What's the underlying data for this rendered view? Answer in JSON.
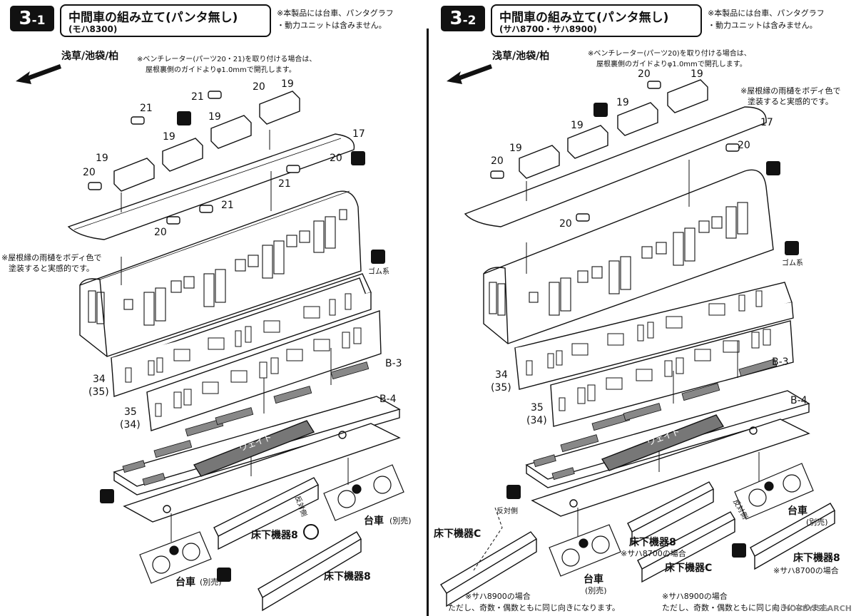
{
  "left": {
    "step_main": "3",
    "step_sub": "-1",
    "title": "中間車の組み立て(パンタ無し)",
    "subtitle": "(モハ8300)",
    "note_top": [
      "※本製品には台車、パンタグラフ",
      "・動力ユニットは含みません。"
    ],
    "direction": "浅草/池袋/柏",
    "vent_note": [
      "※ベンチレーター(パーツ20・21)を取り付ける場合は、",
      "屋根裏側のガイドよりφ1.0mmで開孔します。"
    ],
    "roof_note": [
      "※屋根縁の雨樋をボディ色で",
      "塗装すると実感的です。"
    ],
    "parts": {
      "p19a": "19",
      "p19b": "19",
      "p19c": "19",
      "p19d": "19",
      "p20a": "20",
      "p20b": "20",
      "p20c": "20",
      "p20d": "20",
      "p21a": "21",
      "p21b": "21",
      "p21c": "21",
      "p21d": "21",
      "p17": "17",
      "p34": "34",
      "p35a": "(35)",
      "p35": "35",
      "p34a": "(34)",
      "b3": "B-3",
      "b4": "B-4"
    },
    "rubber": "ゴム系",
    "weight": "ウェイト",
    "underfloor": "床下機器8",
    "underfloor2": "床下機器8",
    "reverse": "反対側",
    "bogie": "台車",
    "sold_sep": "(別売)",
    "bogie2": "台車",
    "sold_sep2": "(別売)"
  },
  "right": {
    "step_main": "3",
    "step_sub": "-2",
    "title": "中間車の組み立て(パンタ無し)",
    "subtitle": "(サハ8700・サハ8900)",
    "note_top": [
      "※本製品には台車、パンタグラフ",
      "・動力ユニットは含みません。"
    ],
    "direction": "浅草/池袋/柏",
    "vent_note": [
      "※ベンチレーター(パーツ20)を取り付ける場合は、",
      "屋根裏側のガイドよりφ1.0mmで開孔します。"
    ],
    "roof_note": [
      "※屋根縁の雨樋をボディ色で",
      "塗装すると実感的です。"
    ],
    "parts": {
      "p19a": "19",
      "p19b": "19",
      "p19c": "19",
      "p19d": "19",
      "p20a": "20",
      "p20b": "20",
      "p20c": "20",
      "p20d": "20",
      "p17": "17",
      "p34": "34",
      "p35a": "(35)",
      "p35": "35",
      "p34a": "(34)",
      "b3": "B-3",
      "b4": "B-4"
    },
    "rubber": "ゴム系",
    "weight": "ウェイト",
    "reverse": "反対側",
    "reverse2": "反対側",
    "underfloor_c": "床下機器C",
    "underfloor_c2": "床下機器C",
    "underfloor8": "床下機器8",
    "underfloor8b": "床下機器8",
    "case_8700": "※サハ8700の場合",
    "case_8700b": "※サハ8700の場合",
    "case_8900": "※サハ8900の場合",
    "case_8900b": "※サハ8900の場合",
    "same_dir": "ただし、奇数・偶数ともに同じ向きになります。",
    "same_dir2": "ただし、奇数・偶数ともに同じ向きになります。",
    "bogie": "台車",
    "sold_sep": "(別売)",
    "bogie2": "台車",
    "sold_sep2": "(別売)"
  },
  "watermark": "© HOBBY SEARCH"
}
